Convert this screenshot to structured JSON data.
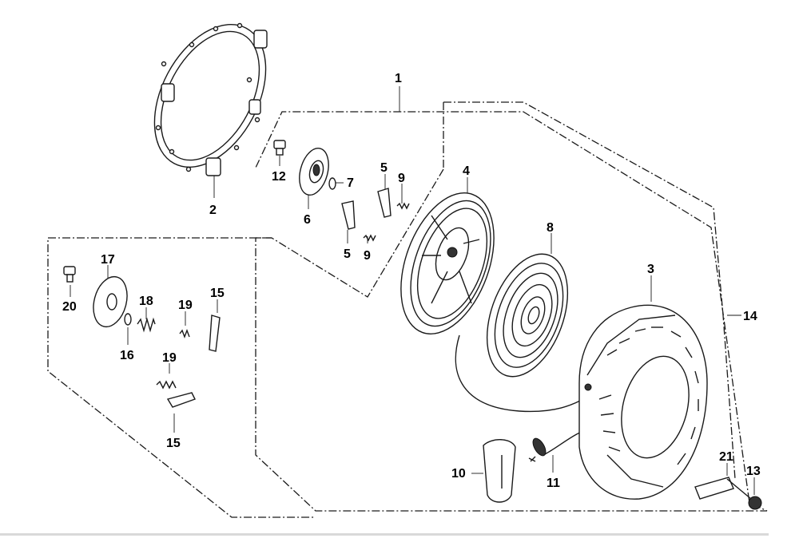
{
  "callouts": [
    {
      "id": "c1",
      "label": "1"
    },
    {
      "id": "c2",
      "label": "2"
    },
    {
      "id": "c3",
      "label": "3"
    },
    {
      "id": "c4",
      "label": "4"
    },
    {
      "id": "c5a",
      "label": "5"
    },
    {
      "id": "c5b",
      "label": "5"
    },
    {
      "id": "c6",
      "label": "6"
    },
    {
      "id": "c7",
      "label": "7"
    },
    {
      "id": "c8",
      "label": "8"
    },
    {
      "id": "c9a",
      "label": "9"
    },
    {
      "id": "c9b",
      "label": "9"
    },
    {
      "id": "c10",
      "label": "10"
    },
    {
      "id": "c11",
      "label": "11"
    },
    {
      "id": "c12",
      "label": "12"
    },
    {
      "id": "c13",
      "label": "13"
    },
    {
      "id": "c14",
      "label": "14"
    },
    {
      "id": "c15a",
      "label": "15"
    },
    {
      "id": "c15b",
      "label": "15"
    },
    {
      "id": "c16",
      "label": "16"
    },
    {
      "id": "c17",
      "label": "17"
    },
    {
      "id": "c18",
      "label": "18"
    },
    {
      "id": "c19a",
      "label": "19"
    },
    {
      "id": "c19b",
      "label": "19"
    },
    {
      "id": "c20",
      "label": "20"
    },
    {
      "id": "c21",
      "label": "21"
    }
  ]
}
